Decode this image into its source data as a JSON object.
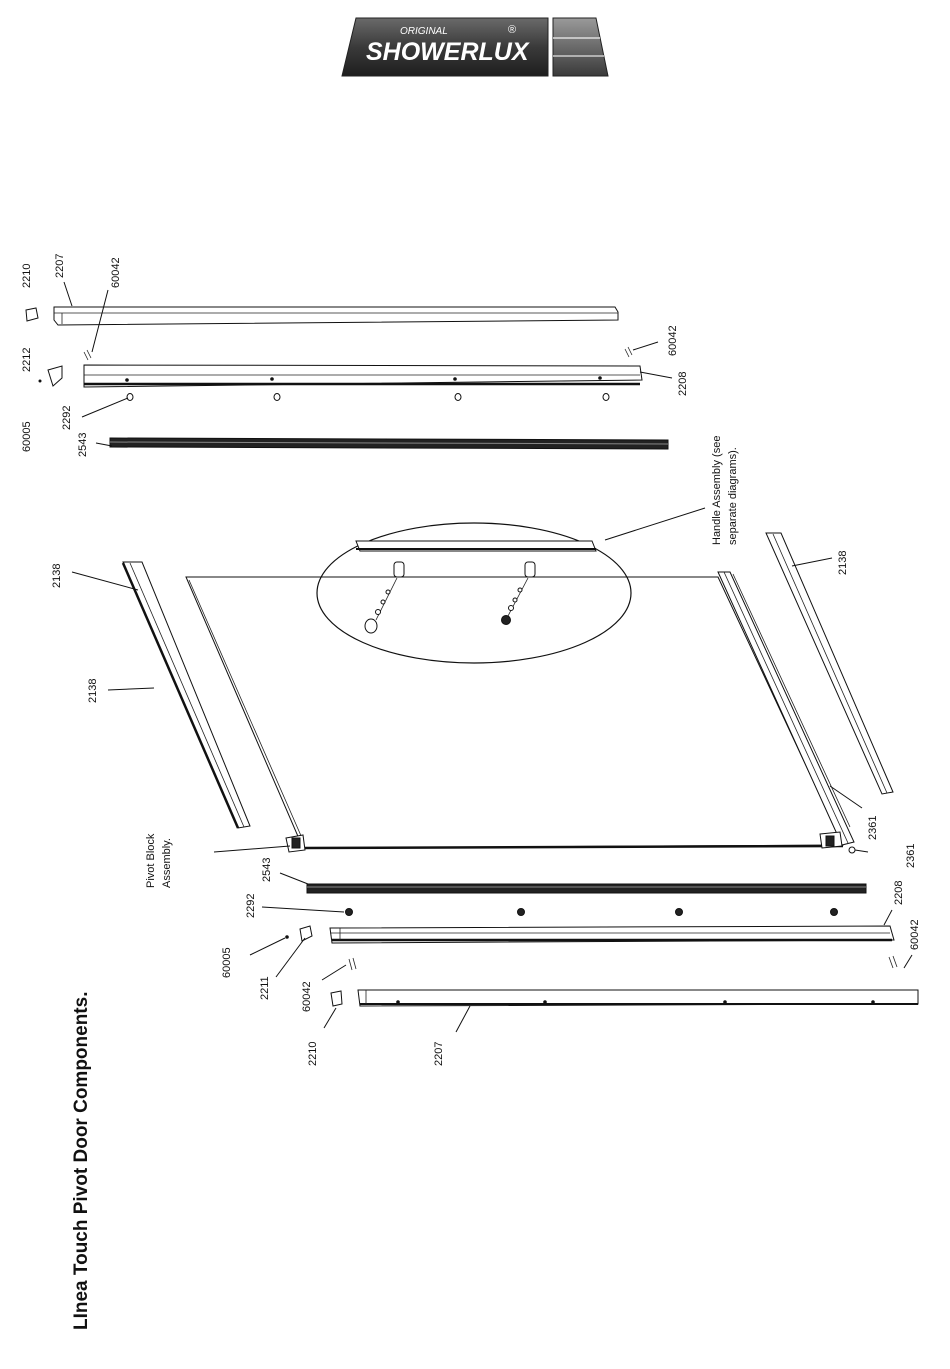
{
  "logo": {
    "top_text": "ORIGINAL",
    "brand": "SHOWERLUX",
    "reg": "®"
  },
  "title": "LInea Touch Pivot Door Components.",
  "labels": {
    "p2210_top": "2210",
    "p2207_top": "2207",
    "p60042_top_a": "60042",
    "p2212": "2212",
    "p60005_top": "60005",
    "p2292_top": "2292",
    "p2543_top": "2543",
    "p60042_top_b": "60042",
    "p2208_top": "2208",
    "handle_line1": "Handle Assembly (see",
    "handle_line2": "separate diagrams).",
    "p2138_left_a": "2138",
    "p2138_left_b": "2138",
    "p2138_right": "2138",
    "pivot_line1": "Pivot Block",
    "pivot_line2": "Assembly.",
    "p2543_bottom": "2543",
    "p2361_a": "2361",
    "p2361_b": "2361",
    "p2292_bottom": "2292",
    "p2208_bottom": "2208",
    "p60005_bottom": "60005",
    "p2211": "2211",
    "p60042_bottom_a": "60042",
    "p60042_bottom_b": "60042",
    "p2210_bottom": "2210",
    "p2207_bottom": "2207"
  }
}
